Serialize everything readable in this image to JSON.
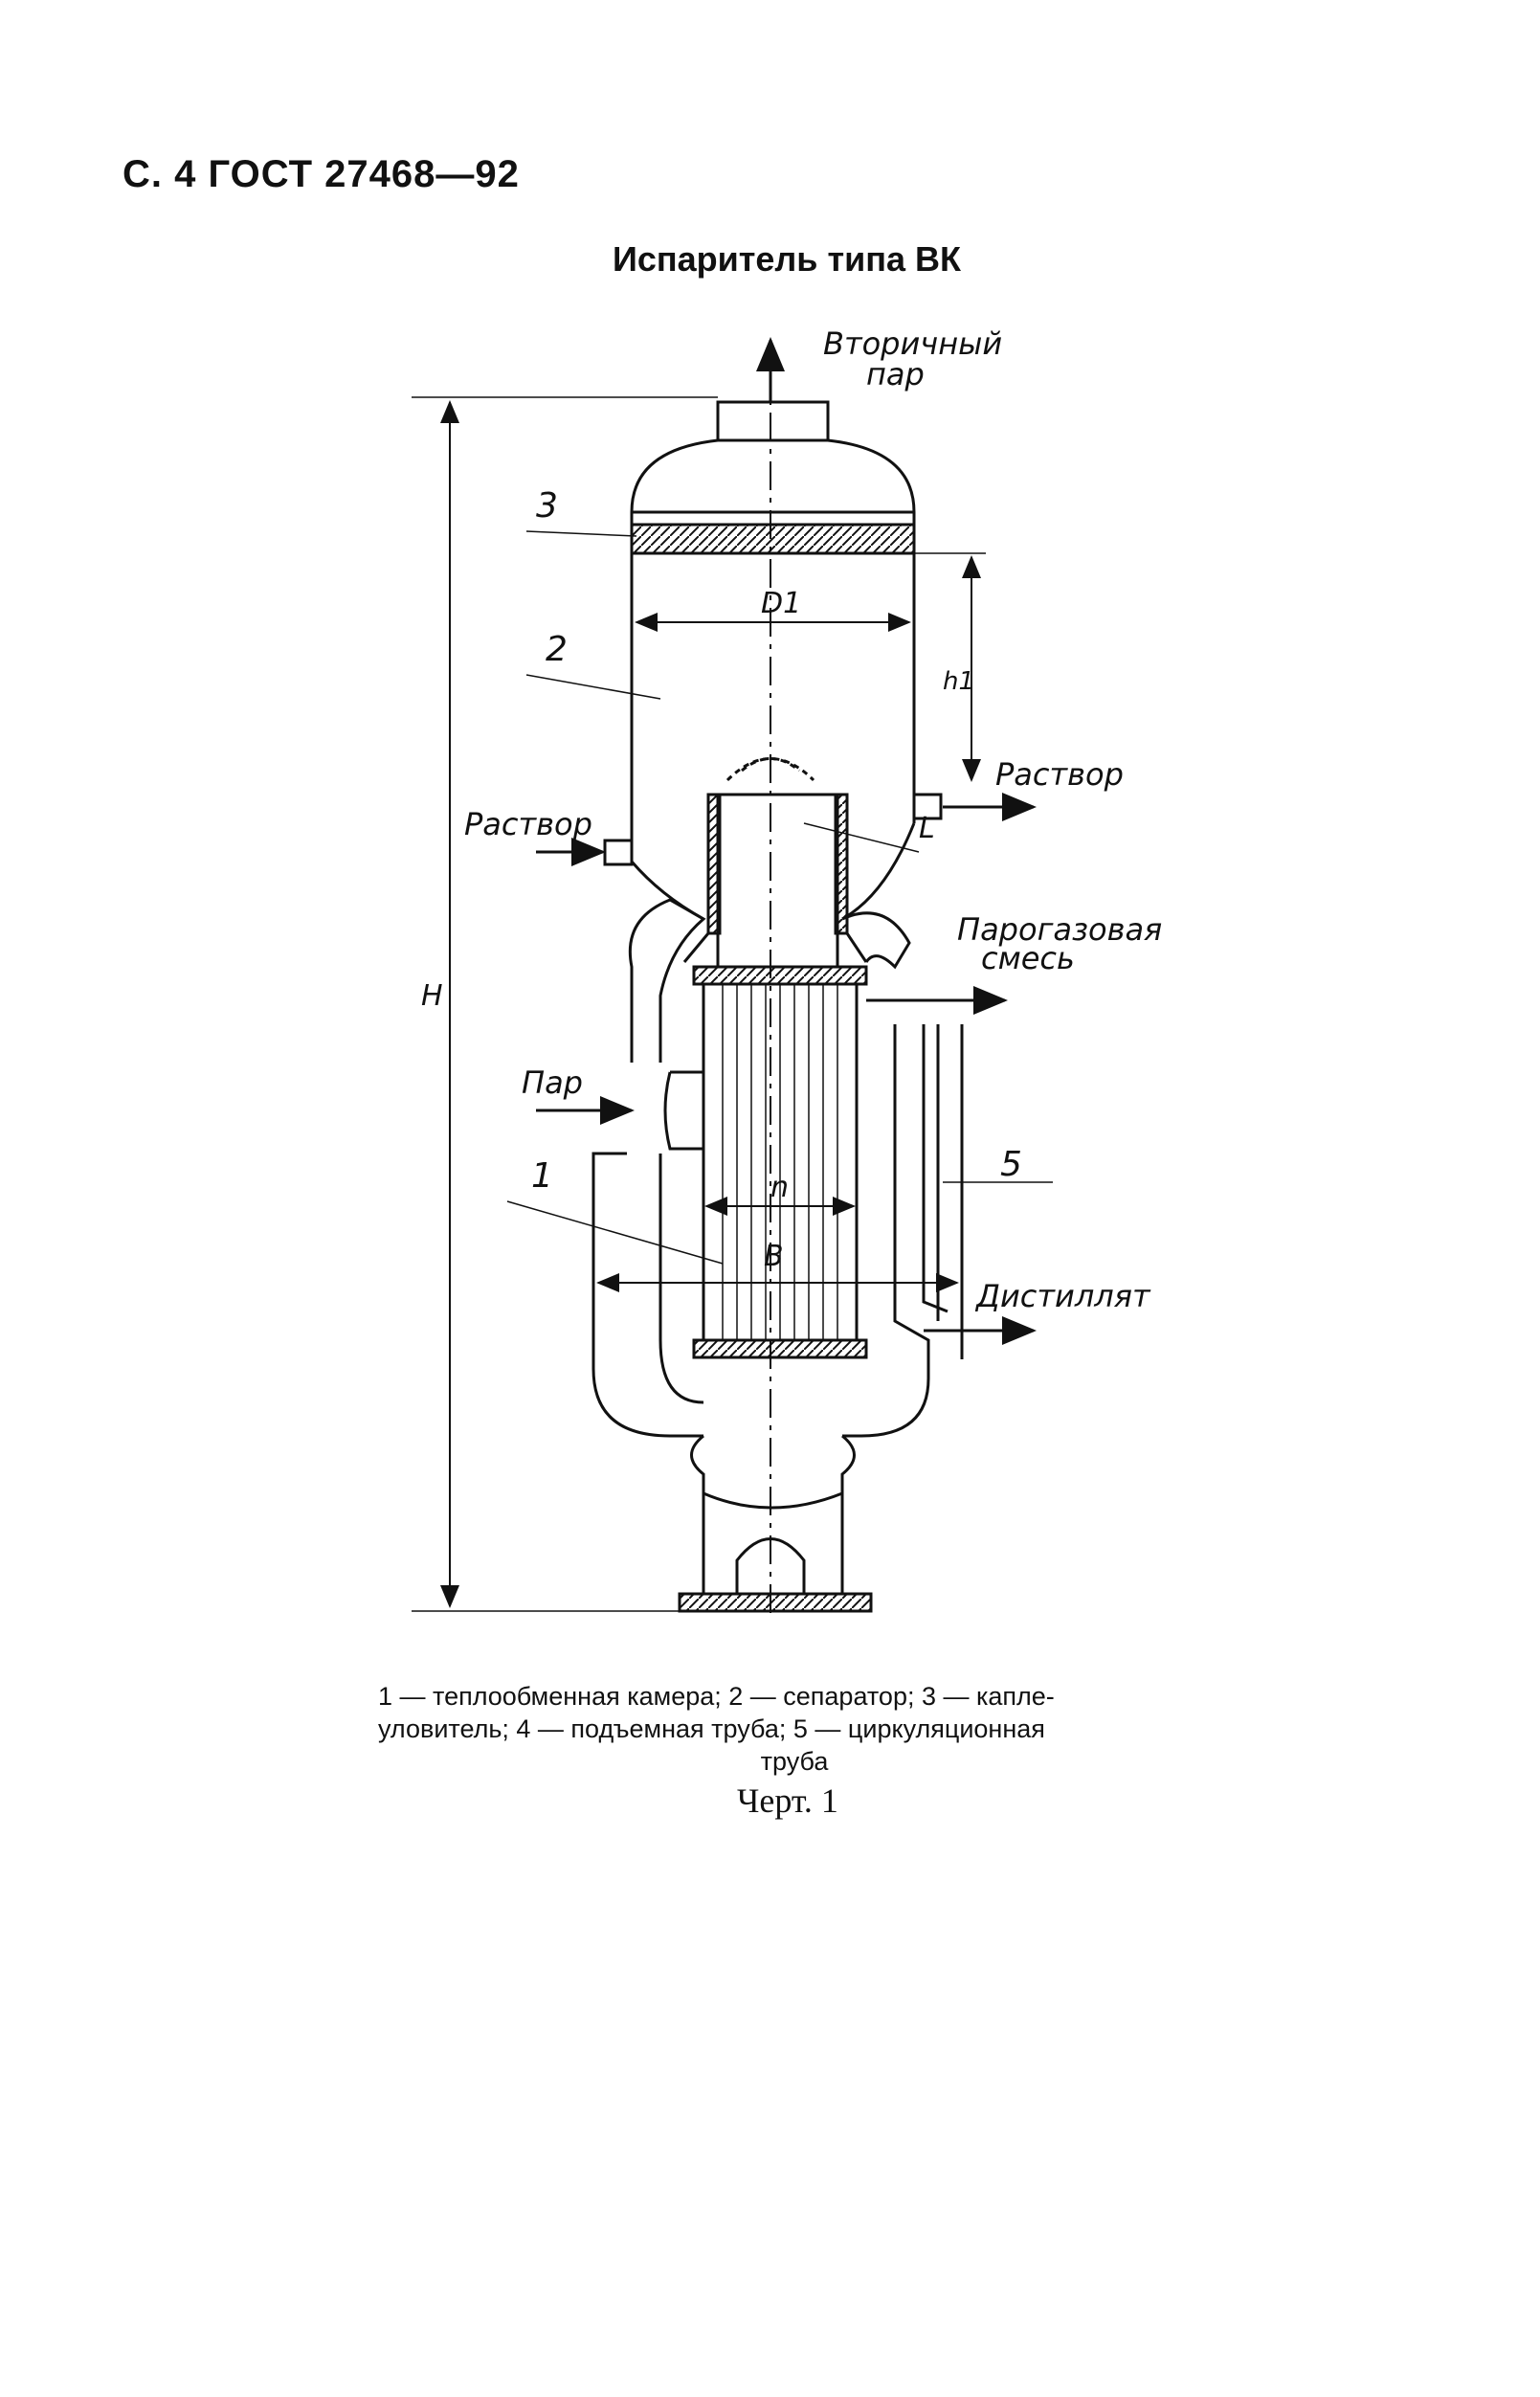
{
  "header": {
    "text": "С. 4 ГОСТ 27468—92"
  },
  "figure": {
    "title": "Испаритель типа ВК",
    "labels": {
      "secondary_steam_line1": "Вторичный",
      "secondary_steam_line2": "пар",
      "solution_out": "Раствор",
      "solution_in": "Раствор",
      "gas_mix_line1": "Парогазовая",
      "gas_mix_line2": "смесь",
      "steam": "Пар",
      "distillate": "Дистиллят",
      "dim_H": "H",
      "dim_D1": "D1",
      "dim_h1": "h1",
      "dim_L": "L",
      "dim_n": "n",
      "dim_B": "B",
      "num_1": "1",
      "num_2": "2",
      "num_3": "3",
      "num_5": "5"
    }
  },
  "legend": {
    "line1": "1 — теплообменная камера; 2 — сепаратор; 3 — капле-",
    "line2": "уловитель; 4 — подъемная труба; 5 — циркуляционная",
    "line3": "труба"
  },
  "caption": "Черт. 1"
}
